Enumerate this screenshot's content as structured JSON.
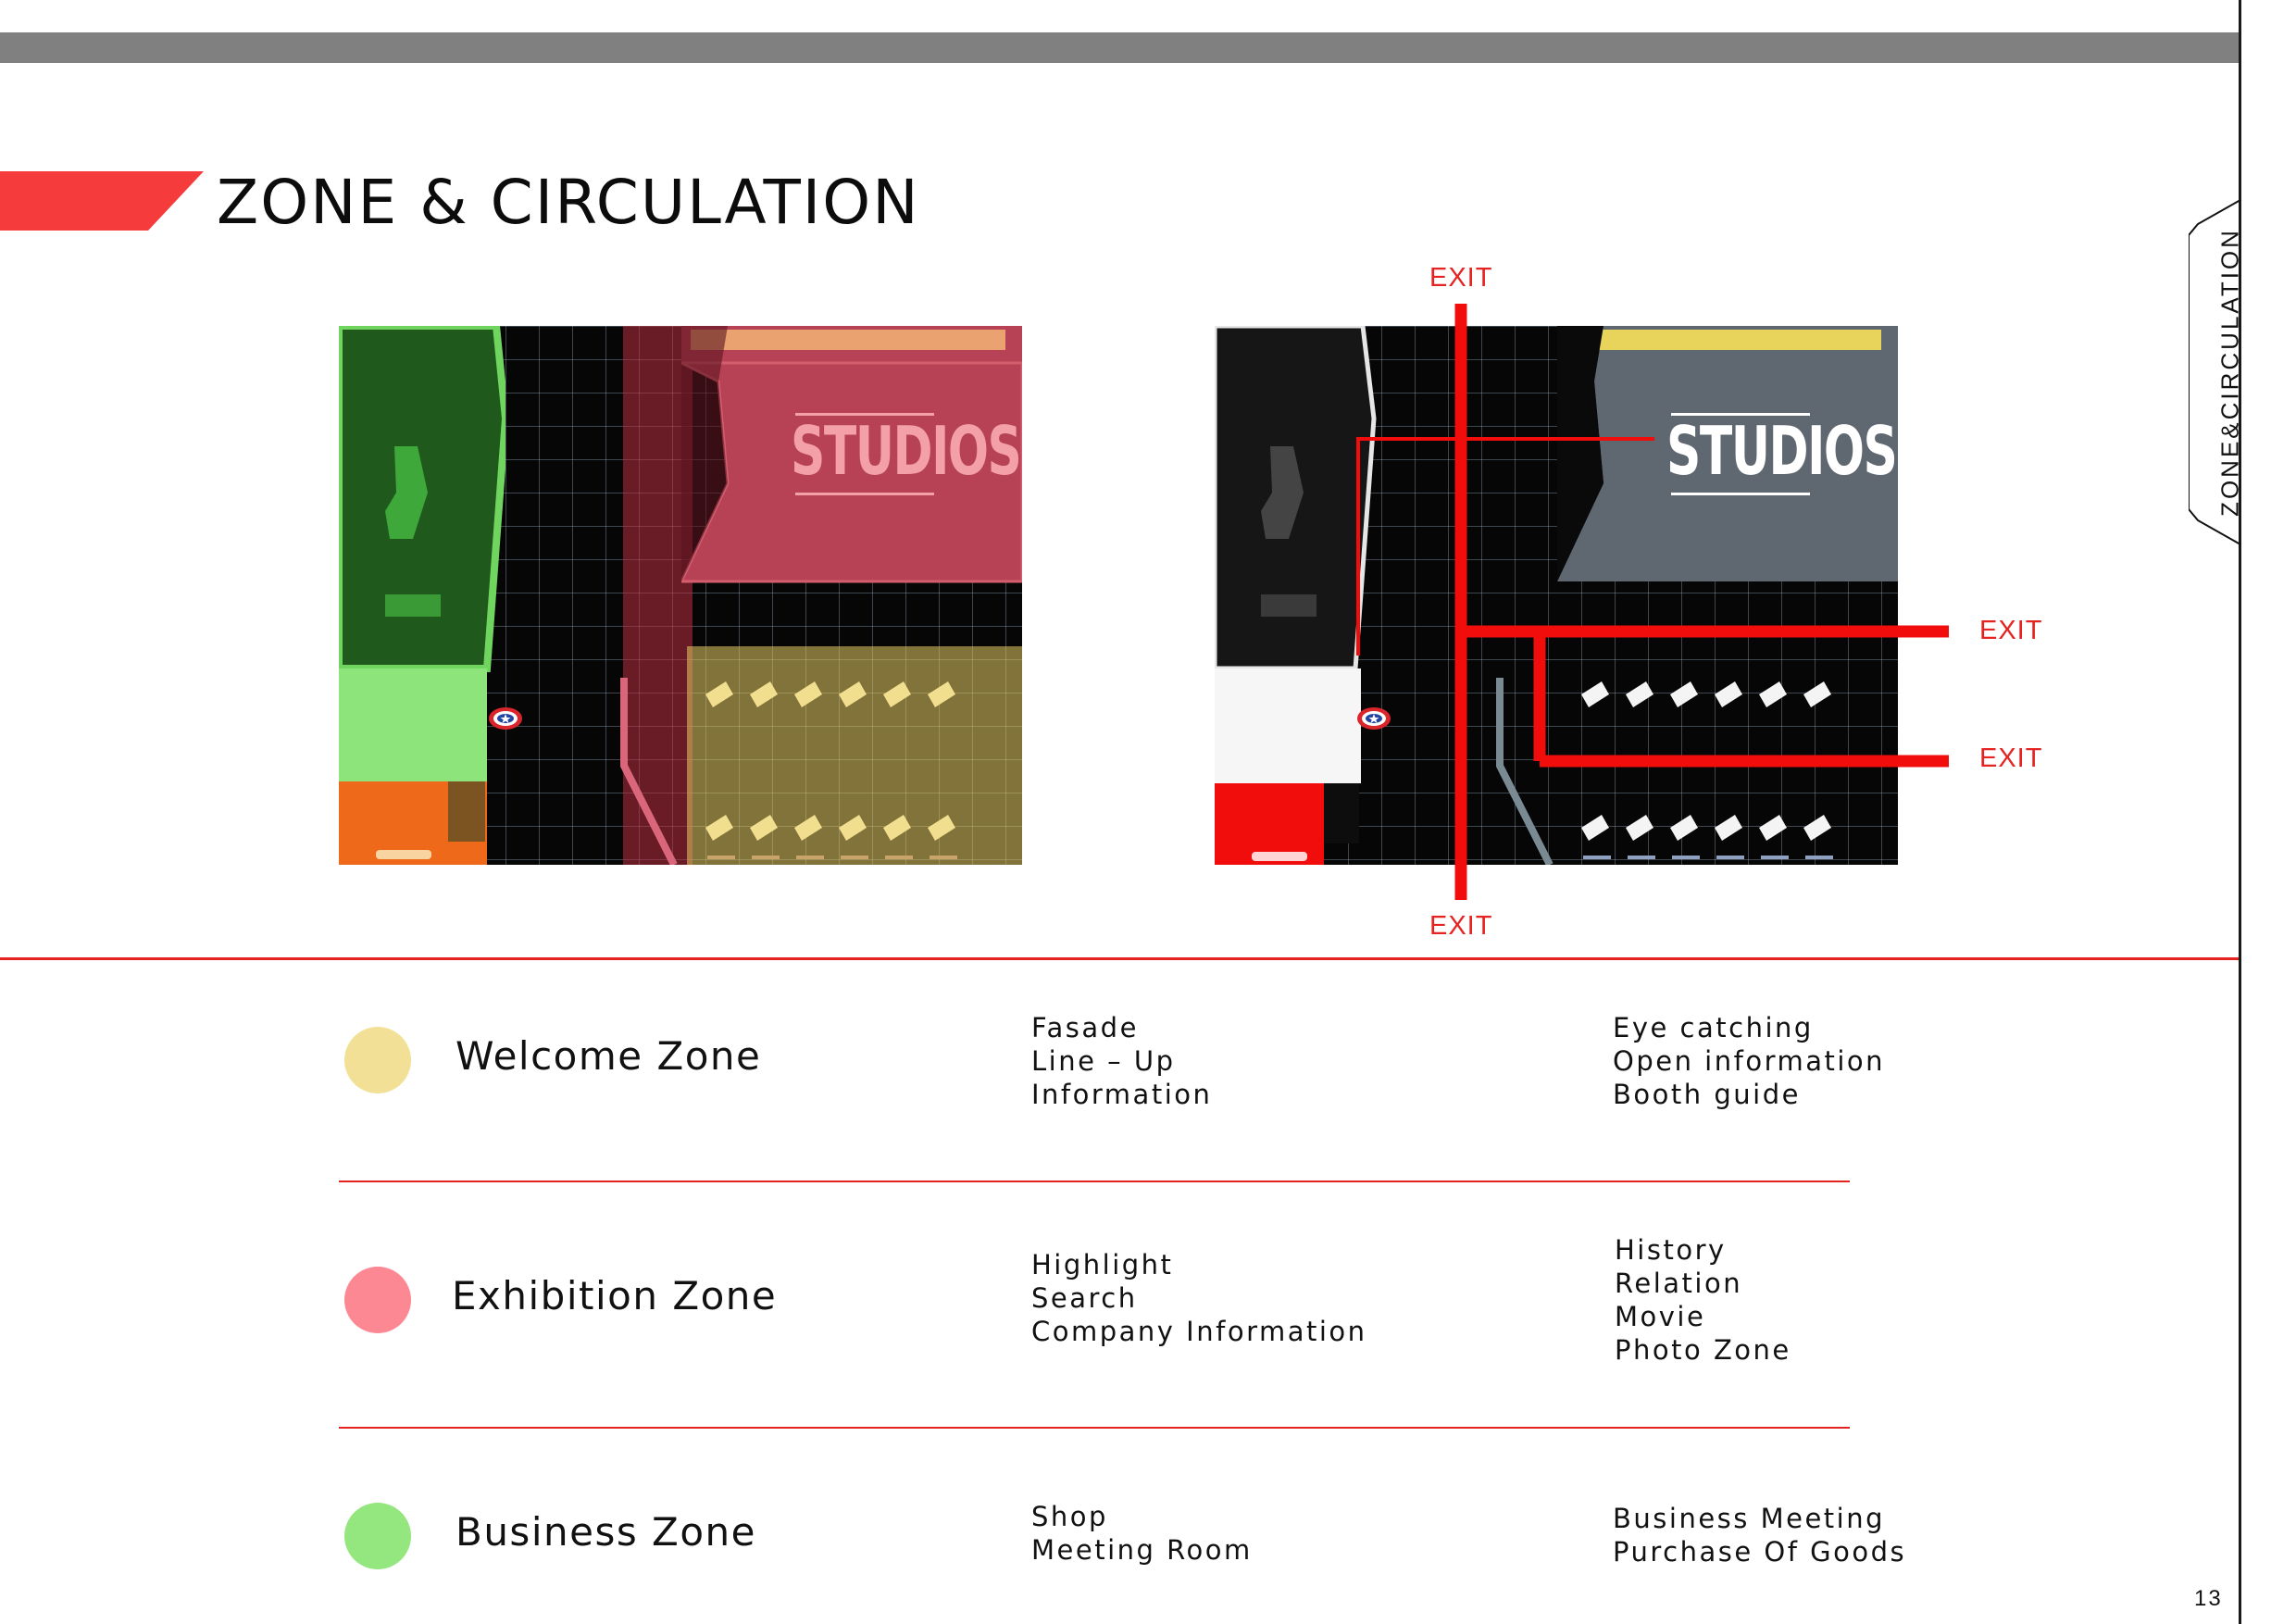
{
  "page": {
    "title": "ZONE & CIRCULATION",
    "side_tab": "ZONE&CIRCULATION",
    "page_number": "13",
    "accent_color": "#e52421"
  },
  "plans": {
    "studios_sign": "STUDIOS",
    "exits": [
      "EXIT",
      "EXIT",
      "EXIT",
      "EXIT"
    ]
  },
  "zones": [
    {
      "name": "Welcome Zone",
      "color": "#f2e096",
      "components": [
        "Fasade",
        "Line – Up",
        "Information"
      ],
      "purposes": [
        "Eye catching",
        "Open information",
        "Booth guide"
      ]
    },
    {
      "name": "Exhibition Zone",
      "color": "#fb8892",
      "components": [
        "Highlight",
        "Search",
        "Company Information"
      ],
      "purposes": [
        "History",
        "Relation",
        "Movie",
        "Photo Zone"
      ]
    },
    {
      "name": "Business Zone",
      "color": "#94e67f",
      "components": [
        "Shop",
        "Meeting Room"
      ],
      "purposes": [
        "Business Meeting",
        "Purchase Of Goods"
      ]
    }
  ]
}
